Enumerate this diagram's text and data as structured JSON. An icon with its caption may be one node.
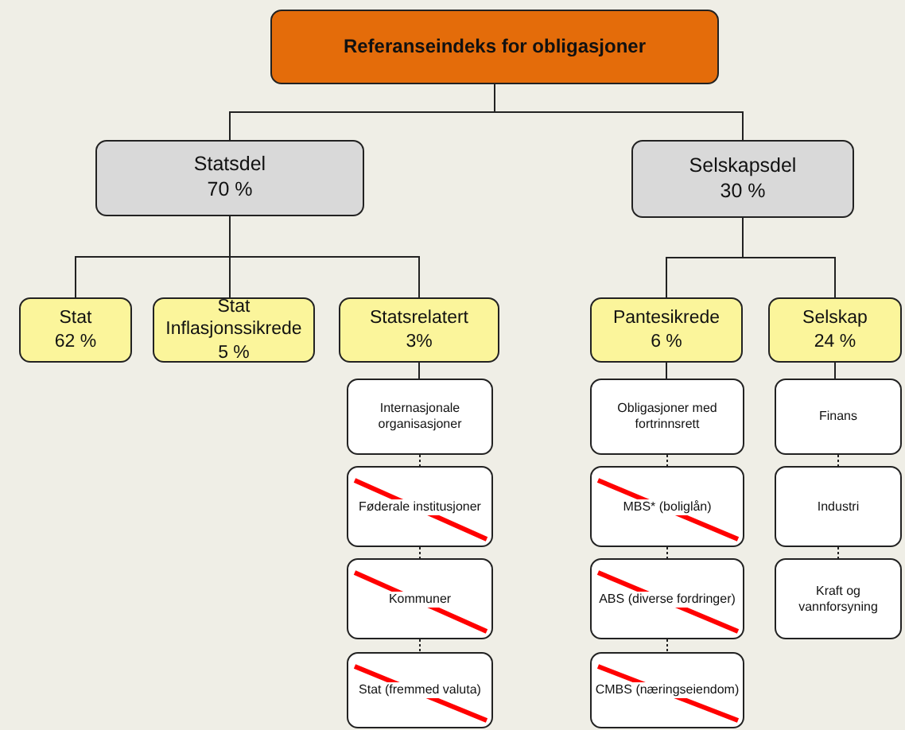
{
  "diagram": {
    "nodes": [
      {
        "text": [
          "Referanseindeks  for obligasjoner"
        ]
      },
      {
        "text": [
          "Statsdel",
          "70 %"
        ]
      },
      {
        "text": [
          "Selskapsdel",
          "30 %"
        ]
      },
      {
        "text": [
          "Stat",
          "62 %"
        ]
      },
      {
        "text": [
          "Stat Inflasjonssikrede",
          "5 %"
        ]
      },
      {
        "text": [
          "Statsrelatert",
          "3%"
        ]
      },
      {
        "text": [
          "Pantesikrede",
          "6 %"
        ]
      },
      {
        "text": [
          "Selskap",
          "24 %"
        ]
      },
      {
        "text": [
          "Internasjonale organisasjoner"
        ]
      },
      {
        "text": [
          "Føderale institusjoner"
        ]
      },
      {
        "text": [
          "Kommuner"
        ]
      },
      {
        "text": [
          "Stat (fremmed valuta)"
        ]
      },
      {
        "text": [
          "Obligasjoner med fortrinnsrett"
        ]
      },
      {
        "text": [
          "MBS* (boliglån)"
        ]
      },
      {
        "text": [
          "ABS (diverse fordringer)"
        ]
      },
      {
        "text": [
          "CMBS (næringseiendom)"
        ]
      },
      {
        "text": [
          "Finans"
        ]
      },
      {
        "text": [
          "Industri"
        ]
      },
      {
        "text": [
          "Kraft og vannforsyning"
        ]
      }
    ],
    "edges": [
      {
        "from": 0,
        "to": 1,
        "arrow": "none"
      },
      {
        "from": 0,
        "to": 2,
        "arrow": "none"
      },
      {
        "from": 1,
        "to": 3,
        "arrow": "none"
      },
      {
        "from": 1,
        "to": 4,
        "arrow": "none"
      },
      {
        "from": 1,
        "to": 5,
        "arrow": "none"
      },
      {
        "from": 2,
        "to": 6,
        "arrow": "none"
      },
      {
        "from": 2,
        "to": 7,
        "arrow": "none"
      },
      {
        "from": 5,
        "to": 8,
        "arrow": "none"
      },
      {
        "from": 8,
        "to": 9,
        "arrow": "none",
        "style": "dashed"
      },
      {
        "from": 9,
        "to": 10,
        "arrow": "none",
        "style": "dashed"
      },
      {
        "from": 10,
        "to": 11,
        "arrow": "none",
        "style": "dashed"
      },
      {
        "from": 6,
        "to": 12,
        "arrow": "none"
      },
      {
        "from": 12,
        "to": 13,
        "arrow": "none",
        "style": "dashed"
      },
      {
        "from": 13,
        "to": 14,
        "arrow": "none",
        "style": "dashed"
      },
      {
        "from": 14,
        "to": 15,
        "arrow": "none",
        "style": "dashed"
      },
      {
        "from": 7,
        "to": 16,
        "arrow": "none"
      },
      {
        "from": 16,
        "to": 17,
        "arrow": "none",
        "style": "dashed"
      },
      {
        "from": 17,
        "to": 18,
        "arrow": "none",
        "style": "dashed"
      }
    ]
  }
}
